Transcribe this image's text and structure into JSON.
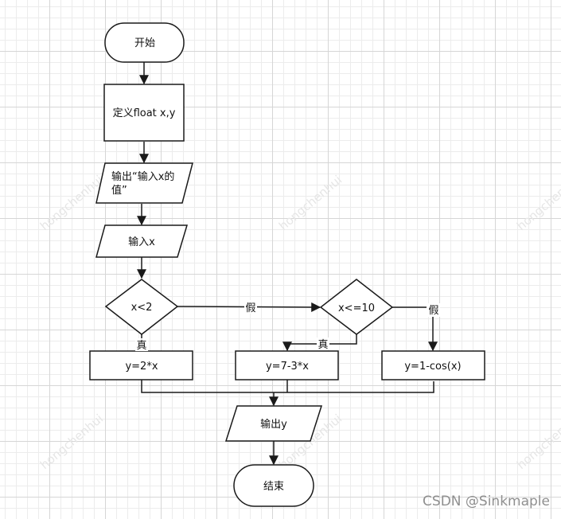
{
  "flowchart": {
    "start": "开始",
    "define": "定义float x,y",
    "output_prompt_line1": "输出“输入x的",
    "output_prompt_line2": "值”",
    "input_x": "输入x",
    "cond1": "x<2",
    "cond2": "x<=10",
    "calc1": "y=2*x",
    "calc2": "y=7-3*x",
    "calc3": "y=1-cos(x)",
    "output_y": "输出y",
    "end": "结束",
    "label_false_1": "假",
    "label_true_1": "真",
    "label_true_2": "真",
    "label_false_2": "假"
  },
  "watermark_text": "hongchenhui",
  "csdn_watermark": "CSDN @Sinkmaple",
  "colors": {
    "stroke": "#1a1a1a",
    "watermark": "#e6e6e6",
    "csdn": "#8f8f8f"
  }
}
